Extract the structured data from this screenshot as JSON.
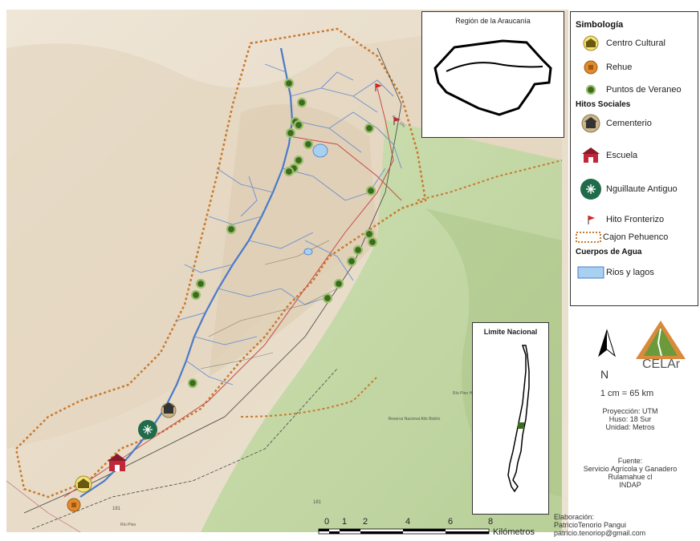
{
  "inset_region": {
    "title": "Región de la Araucanía"
  },
  "inset_national": {
    "title": "Limite Nacional"
  },
  "legend": {
    "title": "Simbología",
    "items_top": [
      {
        "label": "Centro Cultural",
        "icon": "temple-icon"
      },
      {
        "label": "Rehue",
        "icon": "rehue-icon"
      },
      {
        "label": "Puntos de Veraneo",
        "icon": "green-dot-icon"
      }
    ],
    "section_social": "Hitos Sociales",
    "items_social": [
      {
        "label": "Cementerio",
        "icon": "cemetery-icon"
      },
      {
        "label": "Escuela",
        "icon": "school-icon"
      },
      {
        "label": "Nguillaute Antiguo",
        "icon": "nguillatue-icon"
      },
      {
        "label": "Hito Fronterizo",
        "icon": "red-flag-icon"
      },
      {
        "label": "Cajon Pehuenco",
        "icon": "dotted-border-icon"
      }
    ],
    "section_water": "Cuerpos de Agua",
    "items_water": [
      {
        "label": "Rios y lagos",
        "icon": "water-swatch-icon"
      }
    ]
  },
  "north": {
    "label": "N"
  },
  "logo": {
    "text": "CELAr"
  },
  "map_scale": {
    "text": "1 cm = 65 km"
  },
  "projection": [
    "Proyección: UTM",
    "Huso: 18 Sur",
    "Unidad: Metros"
  ],
  "source": [
    "Fuente:",
    "Servicio Agrícola y Ganadero",
    "Rulamahue cl",
    "INDAP"
  ],
  "credits": [
    "Elaboración:",
    "PatricioTenorio Pangui",
    "patricio.tenoriop@gmail.com"
  ],
  "scalebar": {
    "ticks": [
      "0",
      "1",
      "2",
      "4",
      "6",
      "8"
    ],
    "unit": "Kilómetros"
  },
  "map_labels": [
    "Reserva Nacional Alto Biobío",
    "Río Pino Hue",
    "Ruta 181",
    "181",
    "Río Pino"
  ],
  "colors": {
    "water": "#4a7bc8",
    "boundary": "#c87a30",
    "veraneo": "#3a6b1f",
    "road": "#c84a4a",
    "lake": "#a8d0f0"
  }
}
